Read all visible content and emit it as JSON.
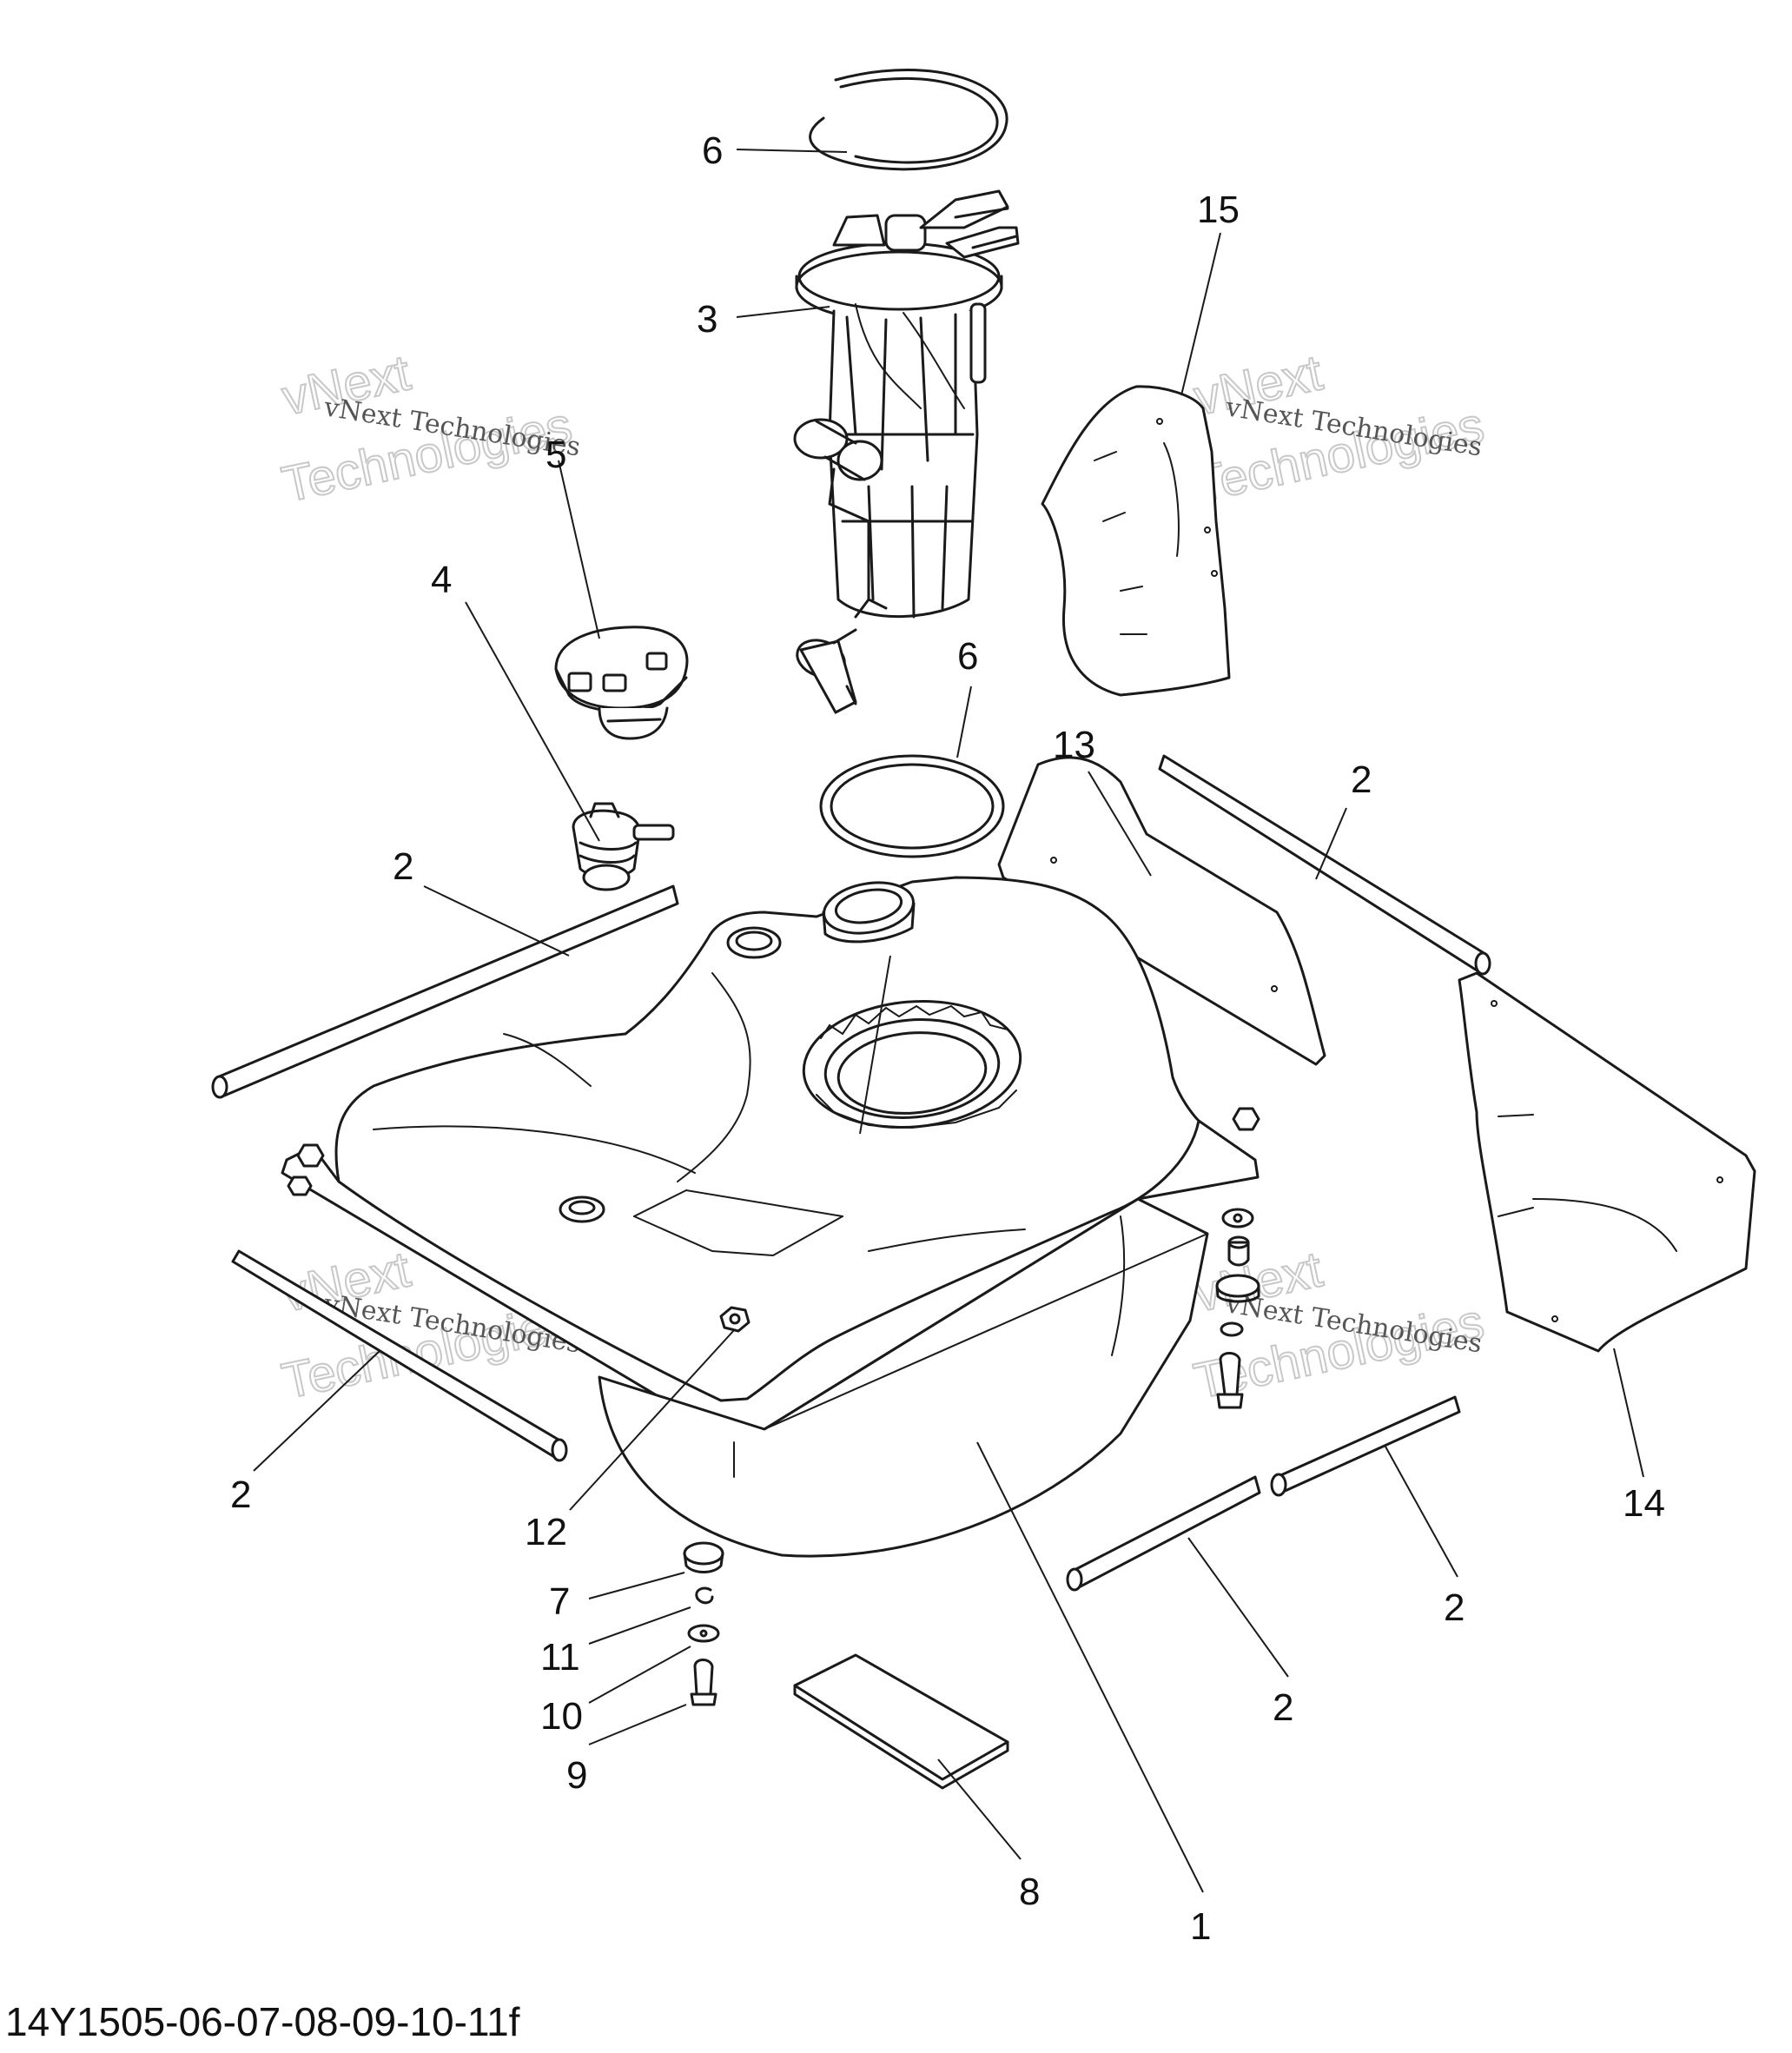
{
  "drawing_number": "14Y1505-06-07-08-09-10-11f",
  "watermark": {
    "small_text": "vNext Technologies",
    "big_line1": "vNext",
    "big_line2": "Technologies"
  },
  "callouts": {
    "c1": "1",
    "c2a": "2",
    "c2b": "2",
    "c2c": "2",
    "c2d": "2",
    "c2e": "2",
    "c3": "3",
    "c4": "4",
    "c5": "5",
    "c6a": "6",
    "c6b": "6",
    "c7": "7",
    "c8": "8",
    "c9": "9",
    "c10": "10",
    "c11": "11",
    "c12": "12",
    "c13": "13",
    "c14": "14",
    "c15": "15"
  }
}
